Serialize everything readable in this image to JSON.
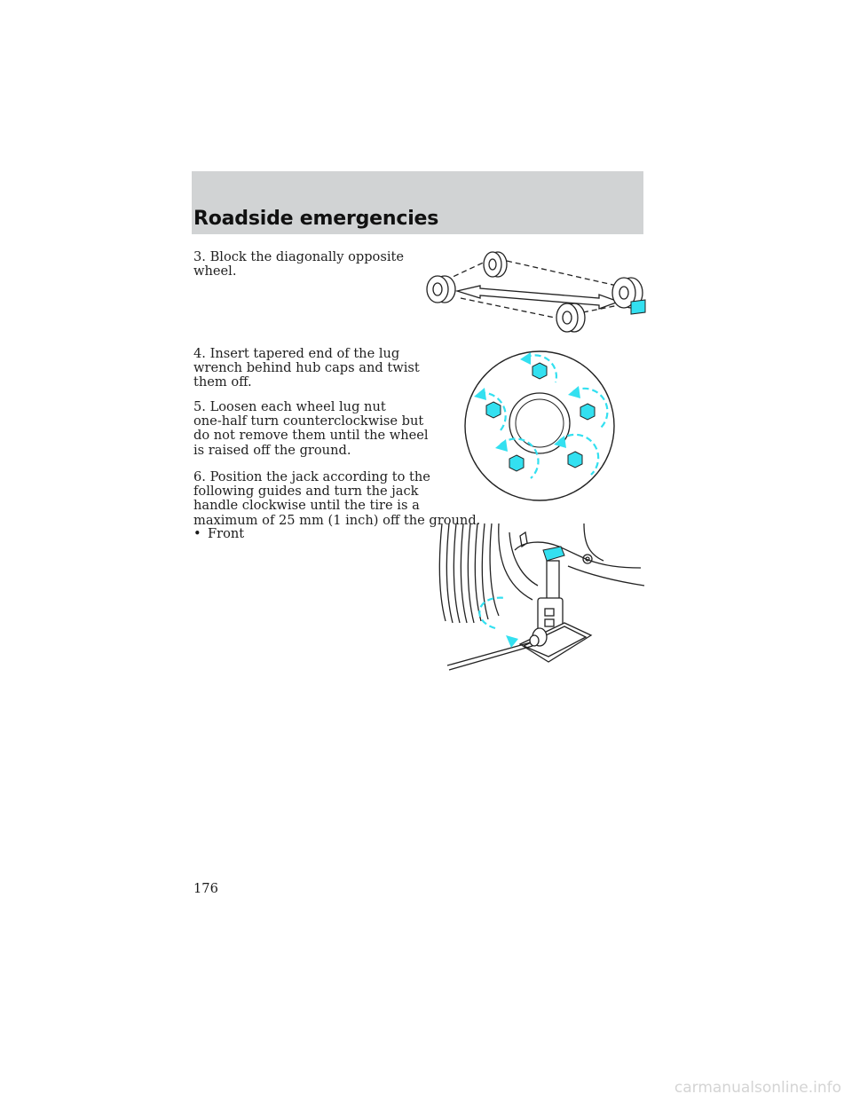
{
  "header": {
    "title": "Roadside emergencies"
  },
  "steps": [
    {
      "lines": [
        "3. Block the diagonally opposite",
        "wheel."
      ]
    },
    {
      "lines": [
        "4. Insert tapered end of the lug",
        "wrench behind hub caps and twist",
        "them off."
      ]
    },
    {
      "lines": [
        "5. Loosen each wheel lug nut",
        "one-half turn counterclockwise but",
        "do not remove them until the wheel",
        "is raised off the ground."
      ]
    },
    {
      "lines": [
        "6. Position the jack according to the",
        "following guides and turn the jack",
        "handle clockwise until the tire is a",
        "maximum of 25 mm (1 inch) off the ground."
      ]
    }
  ],
  "bullet": {
    "symbol": "•",
    "label": "Front"
  },
  "footer": {
    "page_number": "176"
  },
  "watermark": "carmanualsonline.info",
  "colors": {
    "accent": "#33e0f0",
    "header_band": "#d1d3d4"
  },
  "illustrations": [
    "wheel-block-diagram",
    "lug-nut-loosening-diagram",
    "front-jack-position-diagram"
  ]
}
